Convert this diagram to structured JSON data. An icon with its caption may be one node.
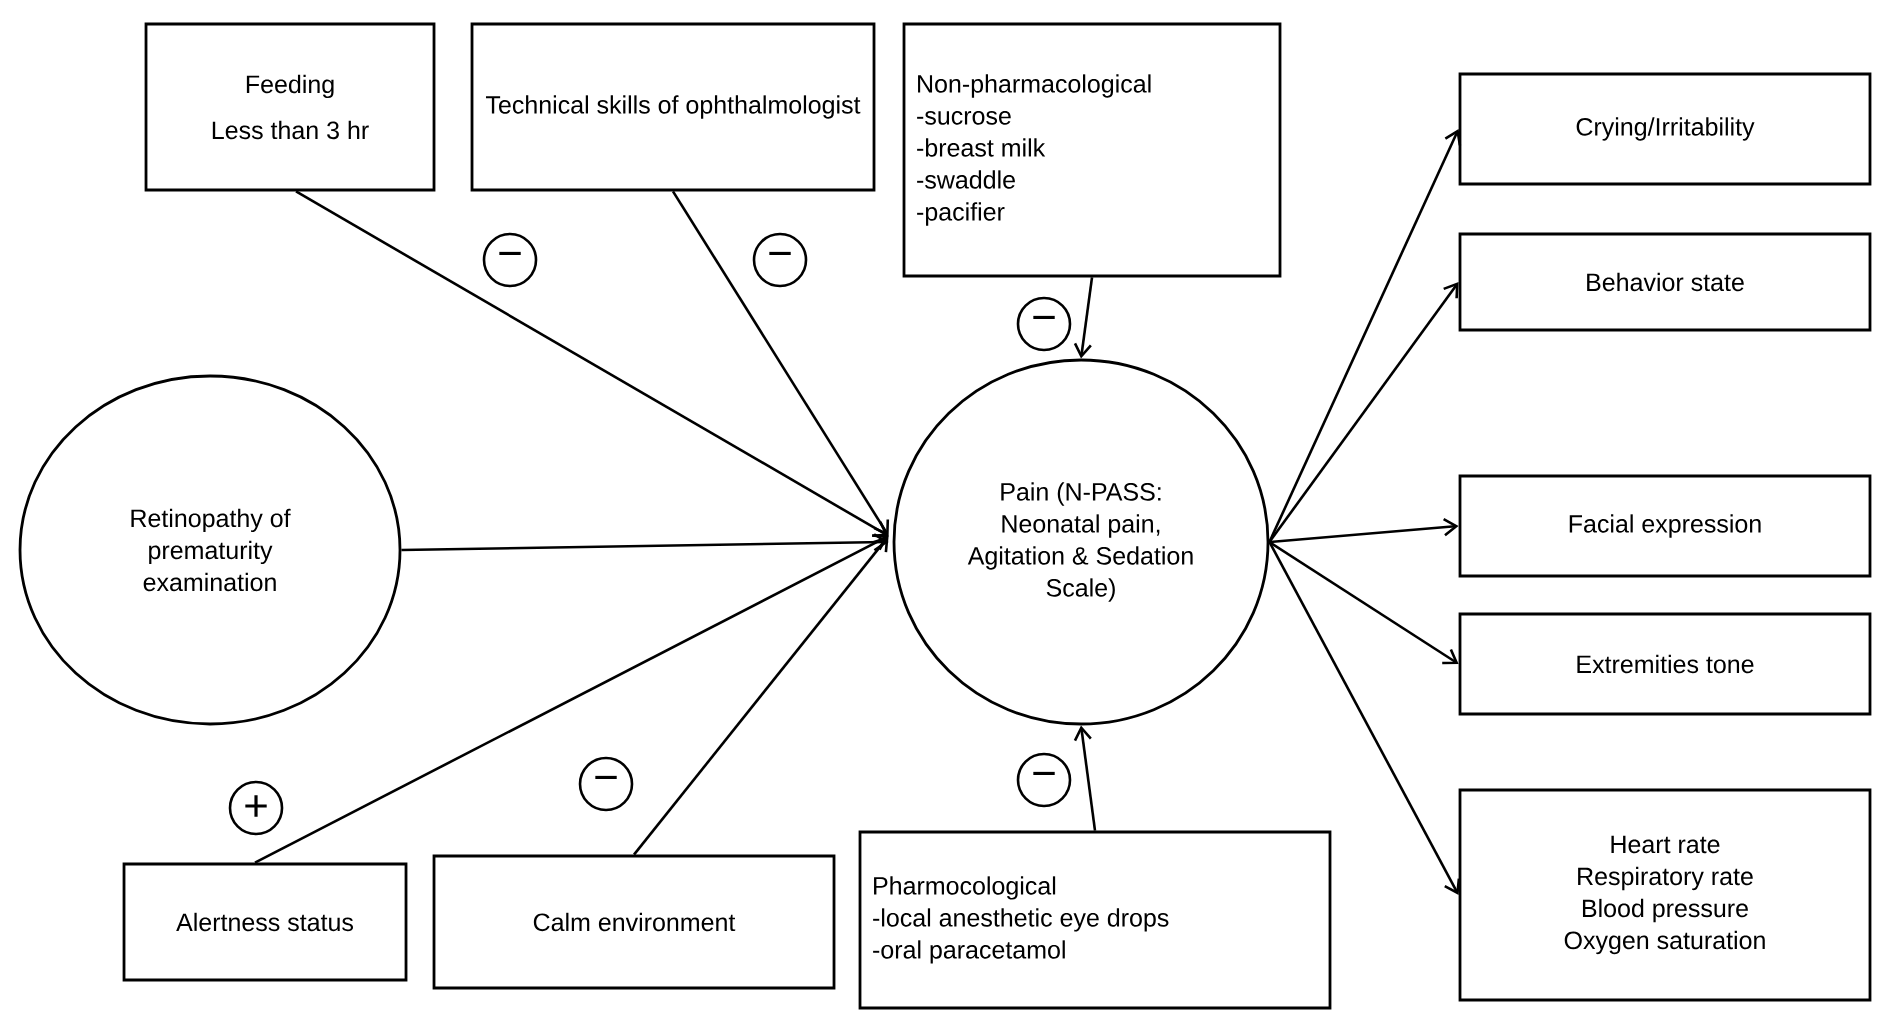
{
  "diagram": {
    "nodes": [
      {
        "text": [
          "Feeding",
          "Less than 3 hr"
        ]
      },
      {
        "text": [
          "Technical skills of ophthalmologist"
        ]
      },
      {
        "text": [
          "Non-pharmacological",
          "-sucrose",
          "-breast milk",
          "-swaddle",
          "-pacifier"
        ]
      },
      {
        "text": [
          "Retinopathy of prematurity examination"
        ]
      },
      {
        "text": [
          "Pain (N-PASS: Neonatal pain, Agitation & Sedation Scale)"
        ]
      },
      {
        "text": [
          "Crying/Irritability"
        ]
      },
      {
        "text": [
          "Behavior state"
        ]
      },
      {
        "text": [
          "Facial expression"
        ]
      },
      {
        "text": [
          "Extremities tone"
        ]
      },
      {
        "text": [
          "Heart rate",
          "Respiratory rate",
          "Blood pressure",
          "Oxygen saturation"
        ]
      },
      {
        "text": [
          "Alertness status"
        ]
      },
      {
        "text": [
          "Calm environment"
        ]
      },
      {
        "text": [
          "Pharmocological",
          "-local anesthetic eye drops",
          "-oral paracetamol"
        ]
      }
    ],
    "edges": [
      {
        "from": 0,
        "to": 4,
        "arrow": "to",
        "label": "−"
      },
      {
        "from": 1,
        "to": 4,
        "arrow": "to",
        "label": "−"
      },
      {
        "from": 2,
        "to": 4,
        "arrow": "to",
        "label": "−"
      },
      {
        "from": 3,
        "to": 4,
        "arrow": "to"
      },
      {
        "from": 10,
        "to": 4,
        "arrow": "to",
        "label": "+"
      },
      {
        "from": 11,
        "to": 4,
        "arrow": "to",
        "label": "−"
      },
      {
        "from": 12,
        "to": 4,
        "arrow": "to",
        "label": "−"
      },
      {
        "from": 4,
        "to": 5,
        "arrow": "to"
      },
      {
        "from": 4,
        "to": 6,
        "arrow": "to"
      },
      {
        "from": 4,
        "to": 7,
        "arrow": "to"
      },
      {
        "from": 4,
        "to": 8,
        "arrow": "to"
      },
      {
        "from": 4,
        "to": 9,
        "arrow": "to"
      }
    ]
  }
}
